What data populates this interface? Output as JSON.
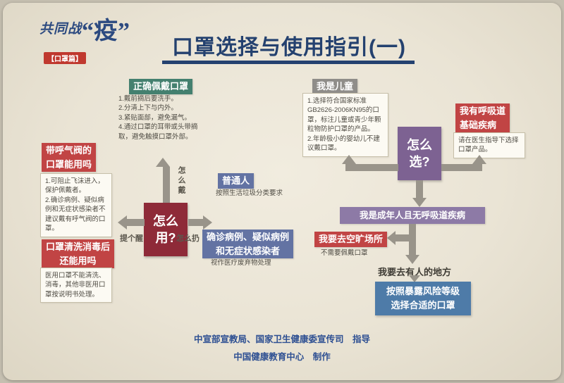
{
  "colors": {
    "background": "#eae4d5",
    "title_navy": "#24416f",
    "maroon_node": "#8e2a38",
    "purple_node": "#7d6292",
    "light_purple_bar": "#8d7aa6",
    "red_label": "#c14444",
    "teal_label": "#44806f",
    "slate_blue_label": "#6373a3",
    "steel_blue_box": "#4e7ba8",
    "gray_label": "#8f8d89",
    "arrow_gray": "#99948a",
    "footer_blue": "#2d4f92"
  },
  "logo": {
    "prefix": "共同战",
    "main": "“疫”",
    "badge": "【口罩篇】"
  },
  "title": "口罩选择与使用指引(一)",
  "use": {
    "node": "怎么\n用?",
    "wear_arrow_label": "怎么戴",
    "wear_heading": "正确佩戴口罩",
    "wear_steps": "1.戴前摘后要洗手。\n2.分清上下与内外。\n3.紧贴面部，避免漏气。\n4.通过口罩的耳带或头带摘取，避免触摸口罩外部。",
    "remind_arrow_label": "提个醒",
    "valve_heading": "带呼气阀的\n口罩能用吗",
    "valve_note": "1.可阻止飞沫进入，保护佩戴者。\n2.确诊病例、疑似病例和无症状感染者不建议戴有呼气阀的口罩。",
    "wash_heading": "口罩清洗消毒后\n还能用吗",
    "wash_note": "医用口罩不能清洗、消毒，其他非医用口罩按说明书处理。",
    "discard_arrow_label": "怎么扔",
    "ordinary_heading": "普通人",
    "ordinary_note": "按照生活垃圾分类要求",
    "confirmed_heading": "确诊病例、疑似病例\n和无症状感染者",
    "confirmed_note": "视作医疗废弃物处理"
  },
  "choose": {
    "node": "怎么\n选?",
    "child_heading": "我是儿童",
    "child_note": "1.选择符合国家标准GB2626-2006KN95的口罩，标注儿童或青少年颗粒物防护口罩的产品。\n2.年龄极小的婴幼儿不建议戴口罩。",
    "respiratory_heading": "我有呼吸道\n基础疾病",
    "respiratory_note": "请在医生指导下选择口罩产品。",
    "adult_bar": "我是成年人且无呼吸道疾病",
    "open_heading": "我要去空旷场所",
    "open_note": "不需要佩戴口罩",
    "crowded_heading": "我要去有人的地方",
    "risk_box": "按照暴露风险等级\n选择合适的口罩"
  },
  "footer": {
    "line1": "中宣部宣教局、国家卫生健康委宣传司　指导",
    "line2": "中国健康教育中心　制作"
  }
}
